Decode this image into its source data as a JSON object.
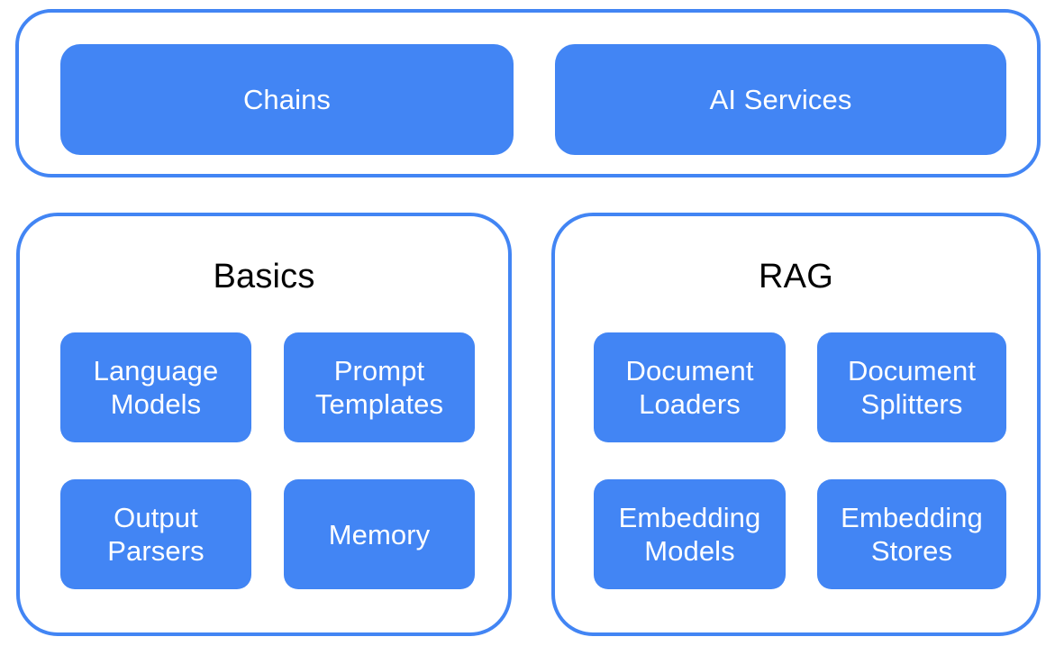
{
  "diagram": {
    "type": "nested-block-diagram",
    "background_color": "#ffffff",
    "accent_color": "#4285f4",
    "node_text_color": "#ffffff",
    "title_text_color": "#000000",
    "groups": [
      {
        "id": "top",
        "title": "",
        "nodes": [
          {
            "id": "chains",
            "label": "Chains"
          },
          {
            "id": "ai-services",
            "label": "AI Services"
          }
        ]
      },
      {
        "id": "basics",
        "title": "Basics",
        "nodes": [
          {
            "id": "language-models",
            "label": "Language\nModels"
          },
          {
            "id": "prompt-templates",
            "label": "Prompt\nTemplates"
          },
          {
            "id": "output-parsers",
            "label": "Output\nParsers"
          },
          {
            "id": "memory",
            "label": "Memory"
          }
        ]
      },
      {
        "id": "rag",
        "title": "RAG",
        "nodes": [
          {
            "id": "document-loaders",
            "label": "Document\nLoaders"
          },
          {
            "id": "document-splitters",
            "label": "Document\nSplitters"
          },
          {
            "id": "embedding-models",
            "label": "Embedding\nModels"
          },
          {
            "id": "embedding-stores",
            "label": "Embedding\nStores"
          }
        ]
      }
    ]
  }
}
